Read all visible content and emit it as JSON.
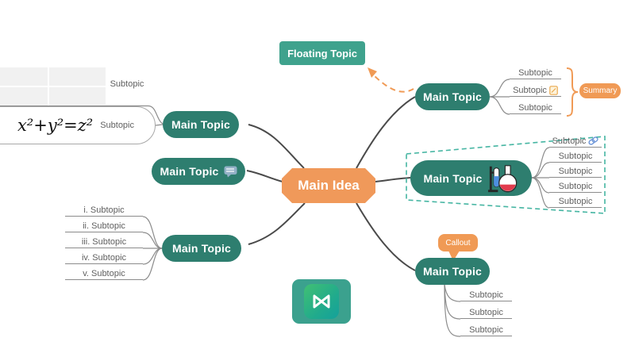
{
  "app": {
    "description": "Mind map canvas"
  },
  "colors": {
    "topic_fill": "#2E7E6F",
    "floating_fill": "#3FA28D",
    "accent_orange": "#F09A55",
    "boundary_teal": "#45B5A2",
    "branch_line": "#4a4a4a",
    "subtopic_line": "#8c8c8c",
    "subtopic_text": "#5f5f5f"
  },
  "central": {
    "label": "Main Idea"
  },
  "floating_topic": {
    "label": "Floating Topic"
  },
  "icons": {
    "comment": "comment-icon",
    "note": "note-icon",
    "hyperlink": "link-icon",
    "flask": "chemistry-flask-image",
    "logo": "edrawmind-logo"
  },
  "branches": {
    "left_top": {
      "label": "Main Topic",
      "subtopic_table": {
        "label": "Subtopic"
      },
      "subtopic_formula": {
        "formula": "x²+y²=z²",
        "label": "Subtopic"
      }
    },
    "left_middle": {
      "label": "Main Topic"
    },
    "left_bottom": {
      "label": "Main Topic",
      "subtopics": [
        "i. Subtopic",
        "ii. Subtopic",
        "iii. Subtopic",
        "iv. Subtopic",
        "v. Subtopic"
      ]
    },
    "right_top": {
      "label": "Main Topic",
      "subtopics": [
        "Subtopic",
        "Subtopic",
        "Subtopic"
      ],
      "summary": {
        "label": "Summary"
      }
    },
    "right_middle": {
      "label": "Main Topic",
      "subtopics": [
        "Subtopic",
        "Subtopic",
        "Subtopic",
        "Subtopic",
        "Subtopic"
      ]
    },
    "right_bottom": {
      "label": "Main Topic",
      "subtopics": [
        "Subtopic",
        "Subtopic",
        "Subtopic"
      ],
      "callout": {
        "label": "Callout"
      }
    }
  }
}
